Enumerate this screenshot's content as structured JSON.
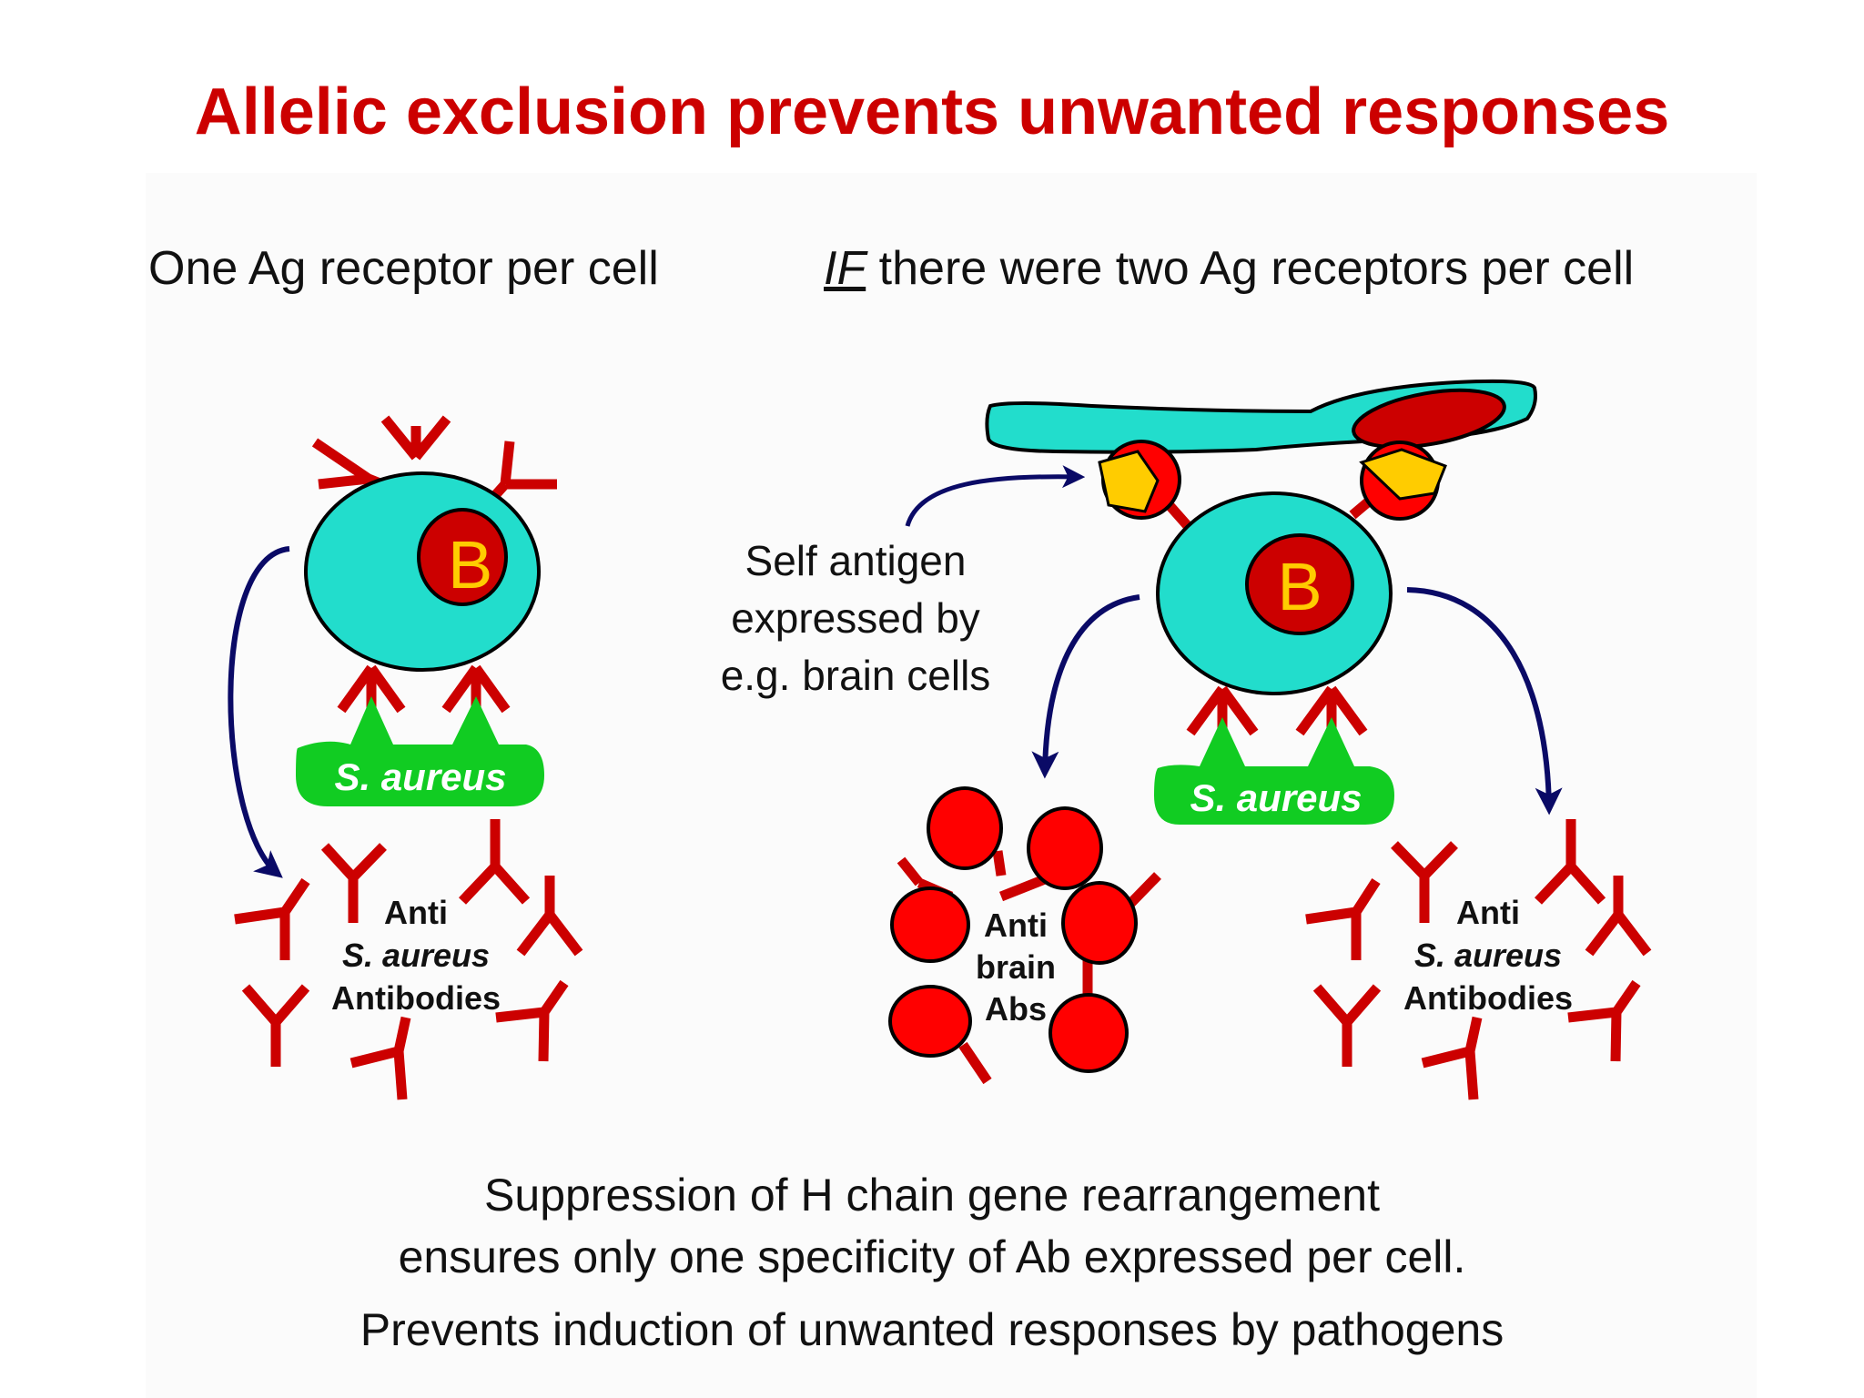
{
  "title": "Allelic exclusion prevents unwanted responses",
  "headings": {
    "left": "One Ag receptor per cell",
    "right_if": "IF",
    "right_rest": " there were two Ag receptors per cell"
  },
  "cell_label": "B",
  "pathogen_label": "S. aureus",
  "self_antigen_label": [
    "Self antigen",
    "expressed by",
    "e.g. brain cells"
  ],
  "anti_saureus_label": [
    "Anti",
    "S. aureus",
    "Antibodies"
  ],
  "anti_brain_label": [
    "Anti",
    "brain",
    "Abs"
  ],
  "footer": [
    "Suppression of H chain gene rearrangement",
    "ensures only one specificity of Ab expressed per cell.",
    "Prevents induction of unwanted responses by pathogens"
  ],
  "colors": {
    "title": "#cc0000",
    "antibody": "#cc0000",
    "cell": "#22ddcc",
    "nucleus": "#cc0000",
    "cell_letter": "#ffcc00",
    "pathogen": "#11cc22",
    "antigen": "#ffcc00",
    "arrow": "#0a0a66",
    "rbc": "#ff0000"
  }
}
